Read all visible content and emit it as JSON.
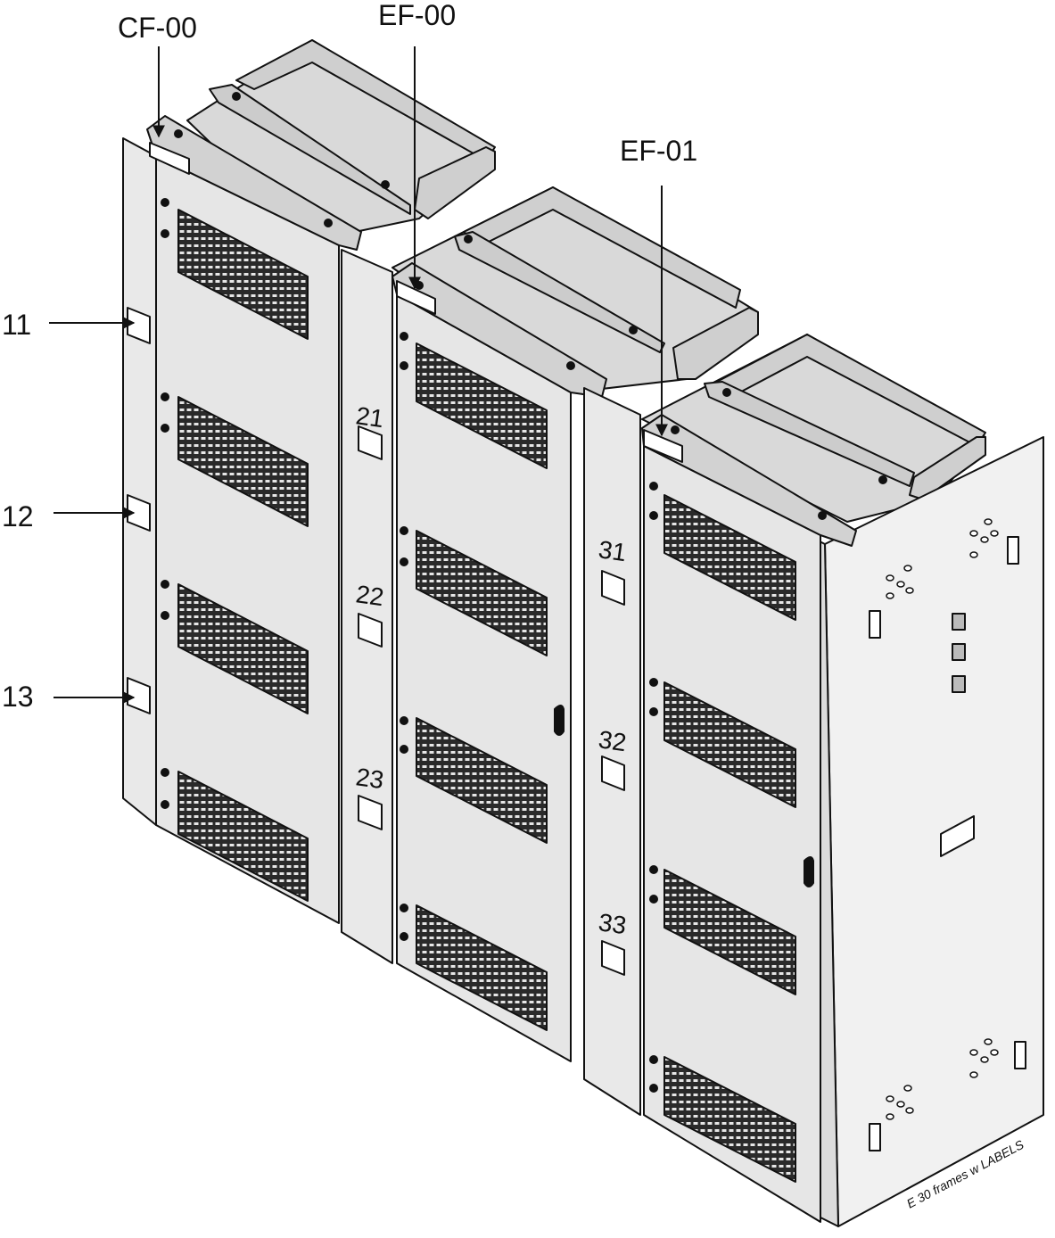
{
  "callouts": {
    "cf00": "CF-00",
    "ef00": "EF-00",
    "ef01": "EF-01",
    "row11": "11",
    "row12": "12",
    "row13": "13"
  },
  "slot_numbers": {
    "s21": "21",
    "s22": "22",
    "s23": "23",
    "s31": "31",
    "s32": "32",
    "s33": "33"
  },
  "caption": "E 30 frames w LABELS",
  "colors": {
    "line": "#111111",
    "panel": "#e6e6e6",
    "panel_light": "#f1f1f1",
    "panel_dark": "#cfcfcf",
    "grille": "#2a2a2a",
    "label_fill": "#ffffff"
  }
}
